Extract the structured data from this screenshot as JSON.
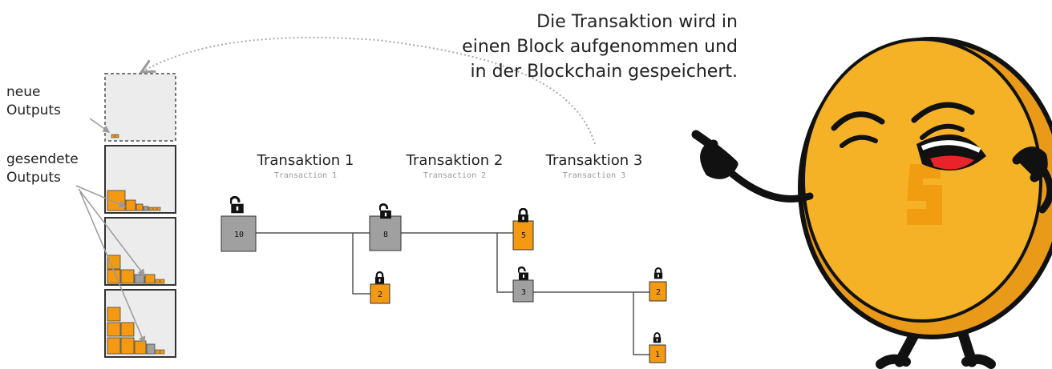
{
  "caption": {
    "line1": "Die Transaktion wird in",
    "line2": "einen Block aufgenommen und",
    "line3": "in der Blockchain gespeichert."
  },
  "side_labels": {
    "new_outputs": [
      "neue",
      "Outputs"
    ],
    "sent_outputs": [
      "gesendete",
      "Outputs"
    ]
  },
  "transactions": [
    {
      "title": "Transaktion 1",
      "subtitle": "Transaction 1"
    },
    {
      "title": "Transaktion 2",
      "subtitle": "Transaction 2"
    },
    {
      "title": "Transaktion 3",
      "subtitle": "Transaction 3"
    }
  ],
  "outputs": {
    "o1": {
      "value": "10",
      "state": "spent"
    },
    "o2": {
      "value": "8",
      "state": "spent"
    },
    "o3": {
      "value": "2",
      "state": "unspent"
    },
    "o4": {
      "value": "5",
      "state": "unspent"
    },
    "o5": {
      "value": "3",
      "state": "spent"
    },
    "o6": {
      "value": "2",
      "state": "unspent"
    },
    "o7": {
      "value": "1",
      "state": "unspent"
    }
  },
  "mascot": {
    "coin_symbol": "S",
    "name": "coin-mascot"
  },
  "colors": {
    "unspent": "#f39a12",
    "spent": "#a0a0a0",
    "block_bg": "#ececec",
    "coin": "#f6b226",
    "coin_dark": "#e89a18",
    "tongue": "#e8232a"
  }
}
